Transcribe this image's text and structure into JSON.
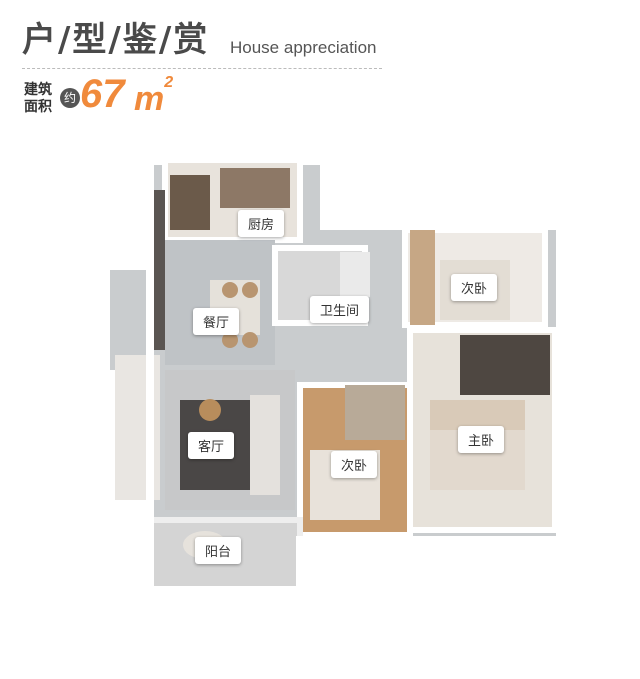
{
  "header": {
    "title": "户/型/鉴/赏",
    "subtitle": "House appreciation",
    "area_label": "建筑面积",
    "approx": "约",
    "area_value": "67",
    "area_unit": "m",
    "area_sup": "2"
  },
  "rooms": {
    "kitchen": "厨房",
    "dining": "餐厅",
    "bathroom": "卫生间",
    "bedroom_2": "次卧",
    "master": "主卧",
    "living": "客厅",
    "bedroom_3": "次卧",
    "balcony": "阳台"
  }
}
